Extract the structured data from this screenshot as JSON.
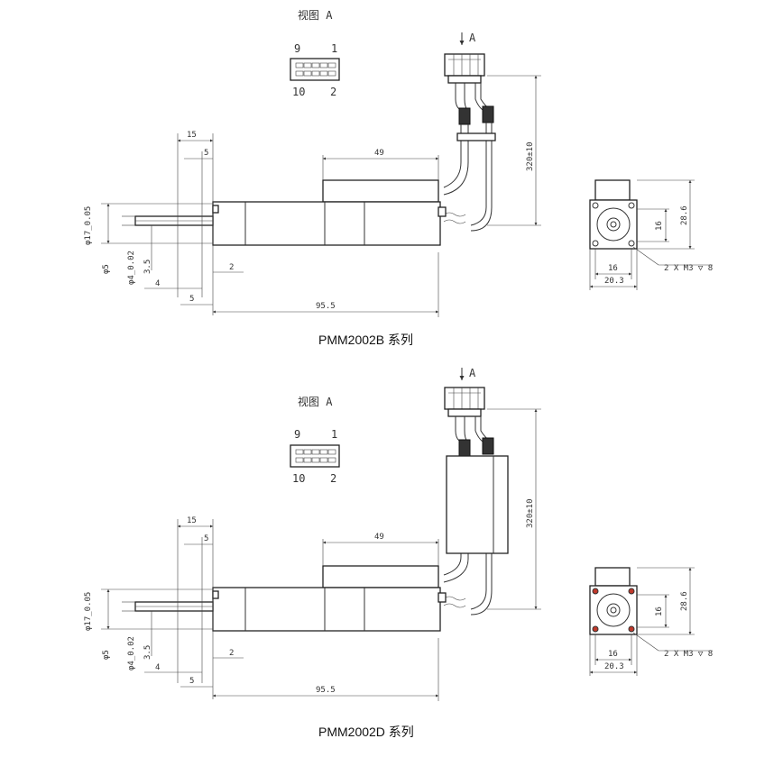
{
  "drawings": [
    {
      "view_label": "视图 A",
      "arrow_label": "A",
      "pins": {
        "top_left": "9",
        "top_right": "1",
        "bottom_left": "10",
        "bottom_right": "2"
      },
      "dims": {
        "d15": "15",
        "d5a": "5",
        "d49": "49",
        "cable": "320±10",
        "d2": "2",
        "d4": "4",
        "d5b": "5",
        "d955": "95.5",
        "dia17": "φ17_0.05",
        "dia5": "φ5",
        "dia4": "φ4_0.02",
        "d35": "3.5",
        "f16v": "16",
        "f286": "28.6",
        "f16h": "16",
        "f203": "20.3",
        "screws": "2 X M3 ▽ 8"
      },
      "caption": "PMM2002B 系列"
    },
    {
      "view_label": "视图 A",
      "arrow_label": "A",
      "pins": {
        "top_left": "9",
        "top_right": "1",
        "bottom_left": "10",
        "bottom_right": "2"
      },
      "dims": {
        "d15": "15",
        "d5a": "5",
        "d49": "49",
        "cable": "320±10",
        "d2": "2",
        "d4": "4",
        "d5b": "5",
        "d955": "95.5",
        "dia17": "φ17_0.05",
        "dia5": "φ5",
        "dia4": "φ4_0.02",
        "d35": "3.5",
        "f16v": "16",
        "f286": "28.6",
        "f16h": "16",
        "f203": "20.3",
        "screws": "2 X M3 ▽ 8"
      },
      "caption": "PMM2002D 系列"
    }
  ]
}
